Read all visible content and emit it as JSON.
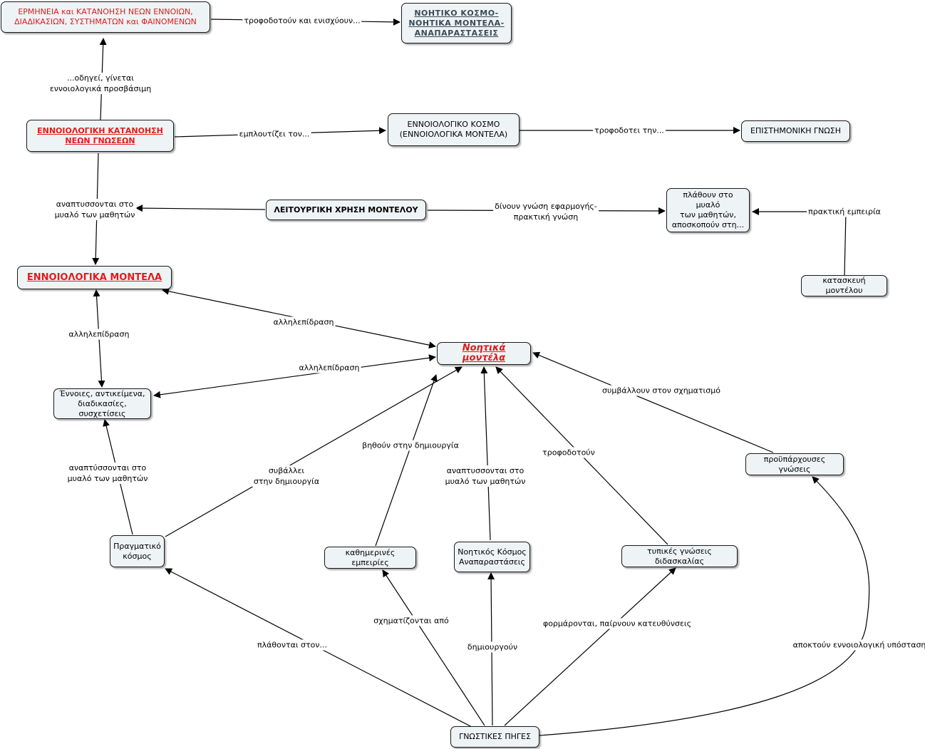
{
  "nodes": {
    "ermineia": {
      "line1": "ΕΡΜΗΝΕΙΑ και ΚΑΤΑΝΟΗΣΗ ΝΕΩΝ ΕΝΝΟΙΩΝ,",
      "line2": "ΔΙΑΔΙΚΑΣΙΩΝ, ΣΥΣΤΗΜΑΤΩΝ και ΦΑΙΝΟΜΕΝΩΝ"
    },
    "noitiko_kosmo": {
      "line1": "ΝΟΗΤΙΚΟ ΚΟΣΜΟ-",
      "line2": "ΝΟΗΤΙΚΑ ΜΟΝΤΕΛΑ-",
      "line3": "ΑΝΑΠΑΡΑΣΤΑΣΕΙΣ"
    },
    "ennoiologiki_katanoisi": {
      "line1": "ΕΝΝΟΙΟΛΟΓΙΚΗ ΚΑΤΑΝΟΗΣΗ",
      "line2": "ΝΕΩΝ ΓΝΩΣΕΩΝ"
    },
    "ennoiologiko_kosmo": {
      "line1": "ΕΝΝΟΙΟΛΟΓΙΚΟ ΚΟΣΜΟ",
      "line2": "(ΕΝΝΟΙΟΛΟΓΙΚΑ ΜΟΝΤΕΛΑ)"
    },
    "epistimoniki_gnosi": {
      "line1": "ΕΠΙΣΤΗΜΟΝΙΚΗ ΓΝΩΣΗ"
    },
    "leitourgiki_xrisi": {
      "line1": "ΛΕΙΤΟΥΡΓΙΚΗ ΧΡΗΣΗ ΜΟΝΤΕΛΟΥ"
    },
    "plathoun": {
      "line1": "πλάθουν στο μυαλό",
      "line2": "των μαθητών,",
      "line3": "αποσκοπούν στη..."
    },
    "kataskevi": {
      "line1": "κατασκευή μοντέλου"
    },
    "ennoiologika_montela": {
      "line1": "ΕΝΝΟΙΟΛΟΓΙΚΑ ΜΟΝΤΕΛΑ"
    },
    "noitika_montela": {
      "line1": "Νοητικά μοντέλα"
    },
    "ennoies": {
      "line1": "Έννοιες, αντικείμενα,",
      "line2": "διαδικασίες, συσχετίσεις"
    },
    "proyparxouses": {
      "line1": "προϋπάρχουσες γνώσεις"
    },
    "pragmatiko": {
      "line1": "Πραγματικό",
      "line2": "κόσμος"
    },
    "kathimerines": {
      "line1": "καθημερινές εμπειρίες"
    },
    "noitikos_kosmos": {
      "line1": "Νοητικός Κόσμος",
      "line2": "Αναπαραστάσεις"
    },
    "typikes": {
      "line1": "τυπικές γνώσεις διδασκαλίας"
    },
    "gnostikes": {
      "line1": "ΓΝΩΣΤΙΚΕΣ ΠΗΓΕΣ"
    }
  },
  "labels": {
    "trofodotoun_enisxyoun": "τροφοδοτούν και ενισχύουν...",
    "odigei": {
      "line1": "...οδηγεί, γίνεται",
      "line2": "εννοιολογικά προσβάσιμη"
    },
    "emploutizei": "εμπλουτίζει τον...",
    "trofodotei": "τροφοδοτει την...",
    "anaptyssontai_top": {
      "line1": "αναπτυσσονται στο",
      "line2": "μυαλό των μαθητών"
    },
    "dinoun": {
      "line1": "δίνουν γνώση εφαρμογής-",
      "line2": "πρακτική γνώση"
    },
    "praktiki": "πρακτική εμπειρία",
    "allilepidrasi_left": "αλληλεπίδραση",
    "allilepidrasi_upper": "αλληλεπίδραση",
    "allilepidrasi_lower": "αλληλεπίδραση",
    "symvalloun": "συμβάλλουν στον σχηματισμό",
    "anaptyssontai_left": {
      "line1": "αναπτύσσονται στο",
      "line2": "μυαλό των μαθητών"
    },
    "symvallei": {
      "line1": "συβάλλει",
      "line2": "στην δημιουργία"
    },
    "vithoun": "βηθούν στην δημιουργία",
    "anaptyssontai_mid": {
      "line1": "αναπτυσσονται στο",
      "line2": "μυαλό των μαθητών"
    },
    "trofodotoun": "τροφοδοτούν",
    "plathontai": "πλάθονται στον...",
    "sximatizontai": "σχηματίζονται από",
    "dimiourgoun": "δημιουργούν",
    "formarontai": "φορμάρονται, παίρνουν κατευθύνσεις",
    "apoktoun": "αποκτούν εννοιολογική υπόσταση"
  }
}
